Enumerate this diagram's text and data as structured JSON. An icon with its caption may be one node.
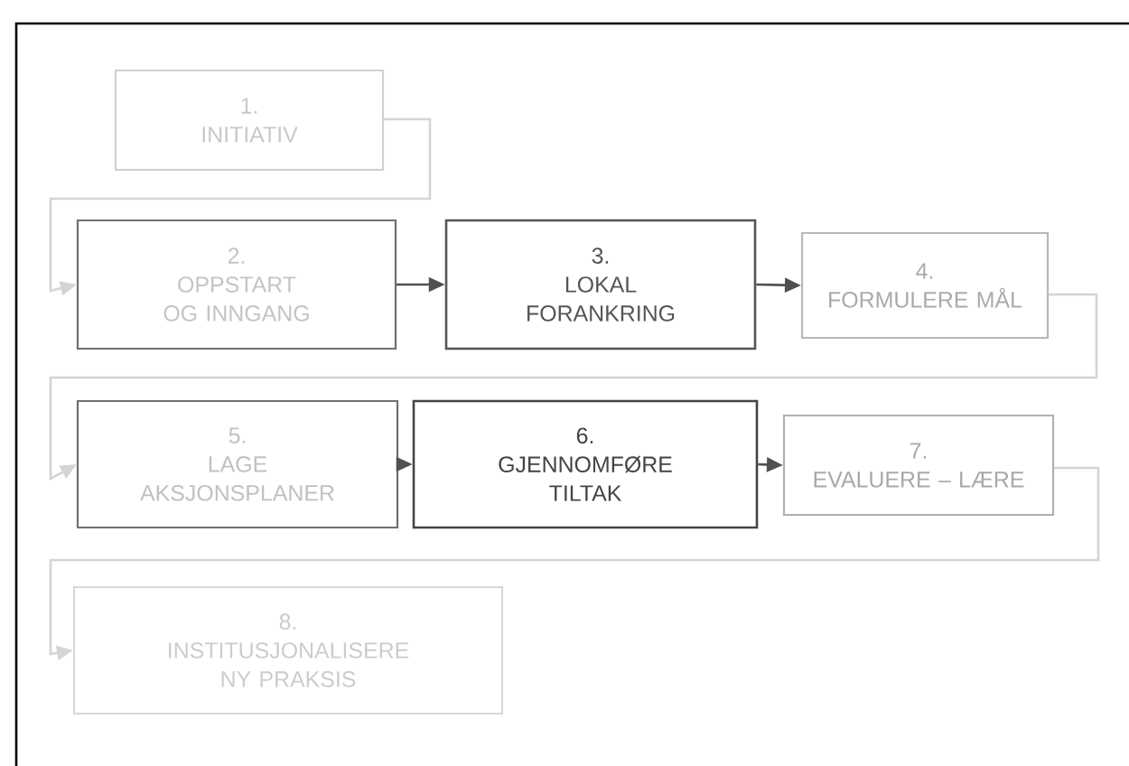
{
  "diagram": {
    "nodes": [
      {
        "text": [
          "1.",
          "INITIATIV"
        ]
      },
      {
        "text": [
          "2.",
          "OPPSTART OG INNGANG"
        ]
      },
      {
        "text": [
          "3.",
          "LOKAL FORANKRING"
        ]
      },
      {
        "text": [
          "4.",
          "FORMULERE MÅL"
        ]
      },
      {
        "text": [
          "5.",
          "LAGE AKSJONSPLANER"
        ]
      },
      {
        "text": [
          "6.",
          "GJENNOMFØRE TILTAK"
        ]
      },
      {
        "text": [
          "7.",
          "EVALUERE – LÆRE"
        ]
      },
      {
        "text": [
          "8.",
          "INSTITUSJONALISERE NY PRAKSIS"
        ]
      }
    ],
    "edges": [
      {
        "from": 0,
        "to": 1,
        "arrow": "to",
        "color": "#d4d4d4"
      },
      {
        "from": 1,
        "to": 2,
        "arrow": "to",
        "color": "#505050"
      },
      {
        "from": 2,
        "to": 3,
        "arrow": "to",
        "color": "#505050"
      },
      {
        "from": 3,
        "to": 4,
        "arrow": "to",
        "color": "#d4d4d4"
      },
      {
        "from": 4,
        "to": 5,
        "arrow": "to",
        "color": "#505050"
      },
      {
        "from": 5,
        "to": 6,
        "arrow": "to",
        "color": "#505050"
      },
      {
        "from": 6,
        "to": 7,
        "arrow": "to",
        "color": "#d4d4d4"
      }
    ]
  }
}
